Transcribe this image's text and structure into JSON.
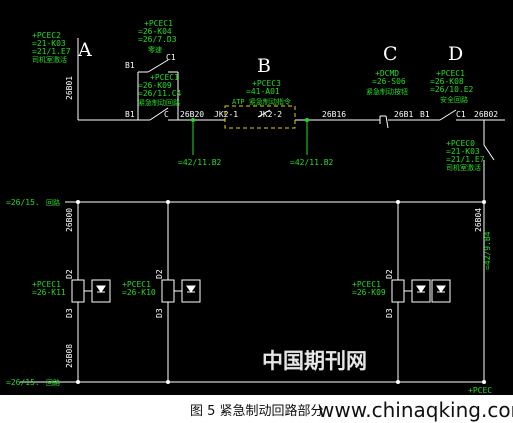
{
  "diagram": {
    "section_letters": {
      "a": "A",
      "b": "B",
      "c": "C",
      "d": "D"
    },
    "labels": {
      "pcec2_a_1": "+PCEC2",
      "pcec2_a_2": "=21-K03",
      "pcec2_a_3": "=21/1.E7",
      "pcec2_a_4": "司机室激活",
      "w26b01": "26B01",
      "pcec1_b_1": "+PCEC1",
      "pcec1_b_2": "=26-K04",
      "pcec1_b_3": "=26/7.D3",
      "pcec1_b_4": "零速",
      "b1_top": "B1",
      "c1_top": "C1",
      "pcec1_c_1": "+PCEC1",
      "pcec1_c_2": "=26-K09",
      "pcec1_c_3": "=26/11.C4",
      "pcec1_c_4": "紧急制动回路",
      "b1_mid": "B1",
      "c_mid": "C",
      "w26b20": "26B20",
      "pcec3_1": "+PCEC3",
      "pcec3_2": "=41-A01",
      "pcec3_3": "ATP 紧急制动指令",
      "jk2_1": "JK2-1",
      "jk2_2": "JK2-2",
      "w26b16": "26B16",
      "dcmd_1": "+DCMD",
      "dcmd_2": "=26-S06",
      "dcmd_3": "紧急制动按钮",
      "w26b1": "26B1",
      "b1_right": "B1",
      "c1_right": "C1",
      "pcec1_d_1": "+PCEC1",
      "pcec1_d_2": "=26-K08",
      "pcec1_d_3": "=26/10.E2",
      "pcec1_d_4": "安全回路",
      "w26b02": "26B02",
      "pcec0_1": "+PCEC0",
      "pcec0_2": "=21-K03",
      "pcec0_3": "=21/1.E7",
      "pcec0_4": "司机室激活",
      "ref_a": "=42/11.B2",
      "ref_b": "=42/11.B2",
      "ref_left_top": "=26/15.",
      "ref_left_top_tail": "回路",
      "w26b00": "26B00",
      "w26b04": "26B04",
      "ref_right": "=42/9.B4",
      "d2_1": "D2",
      "d2_2": "D2",
      "d2_3": "D2",
      "coil1_1": "+PCEC1",
      "coil1_2": "=26-K11",
      "coil2_1": "+PCEC1",
      "coil2_2": "=26-K10",
      "coil3_1": "+PCEC1",
      "coil3_2": "=26-K09",
      "d3_1": "D3",
      "d3_2": "D3",
      "d3_3": "D3",
      "w26b08": "26B08",
      "ref_left_bot": "=26/15.",
      "ref_left_bot_tail": "回路",
      "pcec_bottom": "+PCEC"
    },
    "watermark": "中国期刊网"
  },
  "caption": {
    "figure": "图 5  紧急制动回路部分",
    "site": "www.chinaqking.com"
  }
}
